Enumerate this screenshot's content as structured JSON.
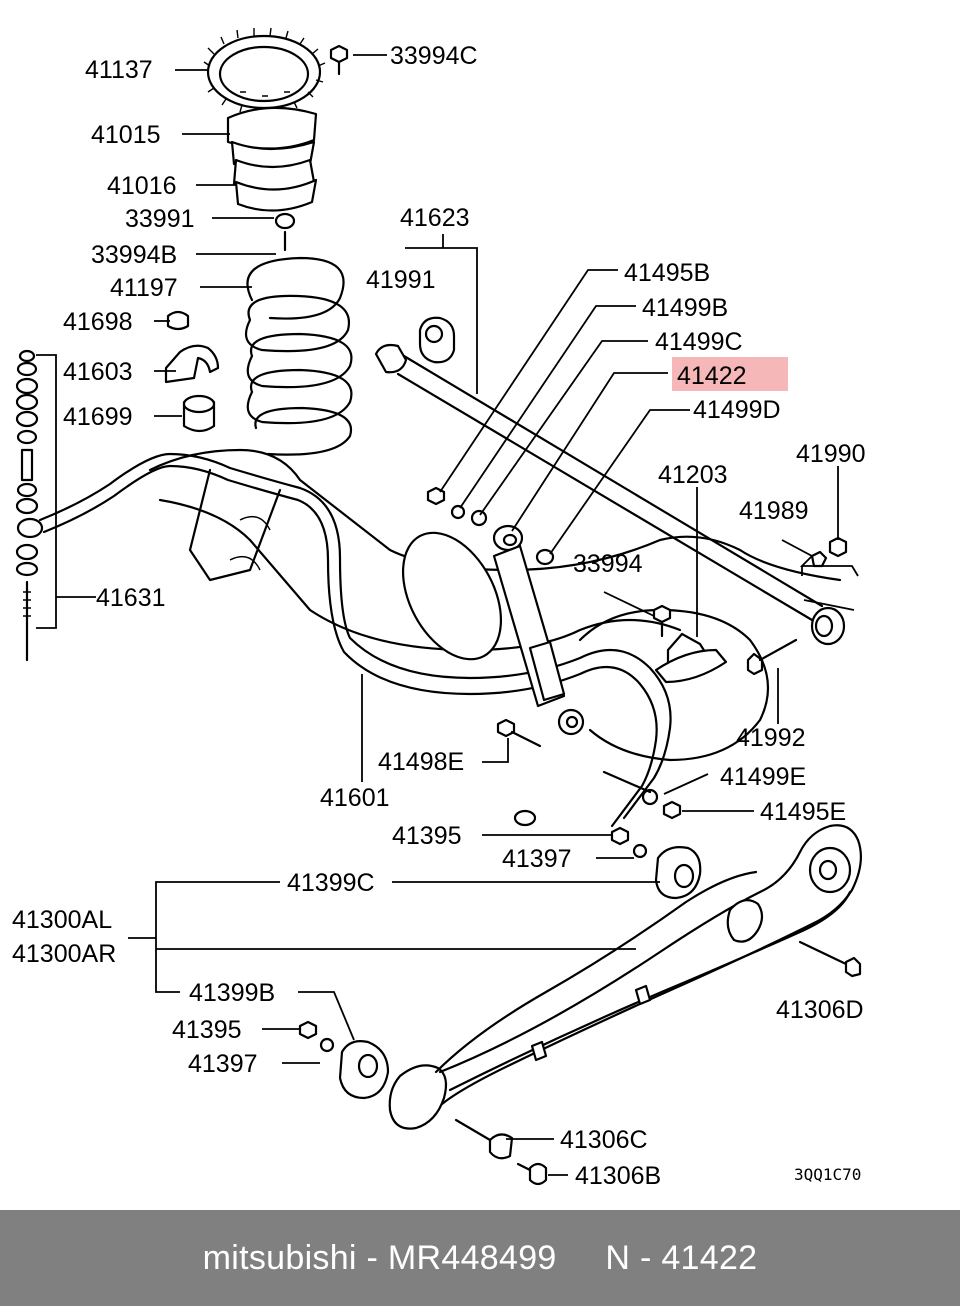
{
  "diagram": {
    "highlight_color": "#f5b7b7",
    "highlight_text_color": "#d40000",
    "code": "3QQ1C70",
    "labels": {
      "p41137": "41137",
      "p33994C": "33994C",
      "p41015": "41015",
      "p41016": "41016",
      "p33991": "33991",
      "p33994B": "33994B",
      "p41197": "41197",
      "p41698": "41698",
      "p41603": "41603",
      "p41699": "41699",
      "p41631": "41631",
      "p41623": "41623",
      "p41991": "41991",
      "p41495B": "41495B",
      "p41499B": "41499B",
      "p41499C": "41499C",
      "p41422": "41422",
      "p41499D": "41499D",
      "p41990": "41990",
      "p41203": "41203",
      "p41989": "41989",
      "p33994": "33994",
      "p41992": "41992",
      "p41498E": "41498E",
      "p41499E": "41499E",
      "p41601": "41601",
      "p41495E": "41495E",
      "p41395a": "41395",
      "p41397a": "41397",
      "p41399C": "41399C",
      "p41300AL": "41300AL",
      "p41300AR": "41300AR",
      "p41399B": "41399B",
      "p41306D": "41306D",
      "p41395b": "41395",
      "p41397b": "41397",
      "p41306C": "41306C",
      "p41306B": "41306B"
    }
  },
  "footer": {
    "text": "mitsubishi - MR448499     N - 41422",
    "background": "#808080"
  }
}
